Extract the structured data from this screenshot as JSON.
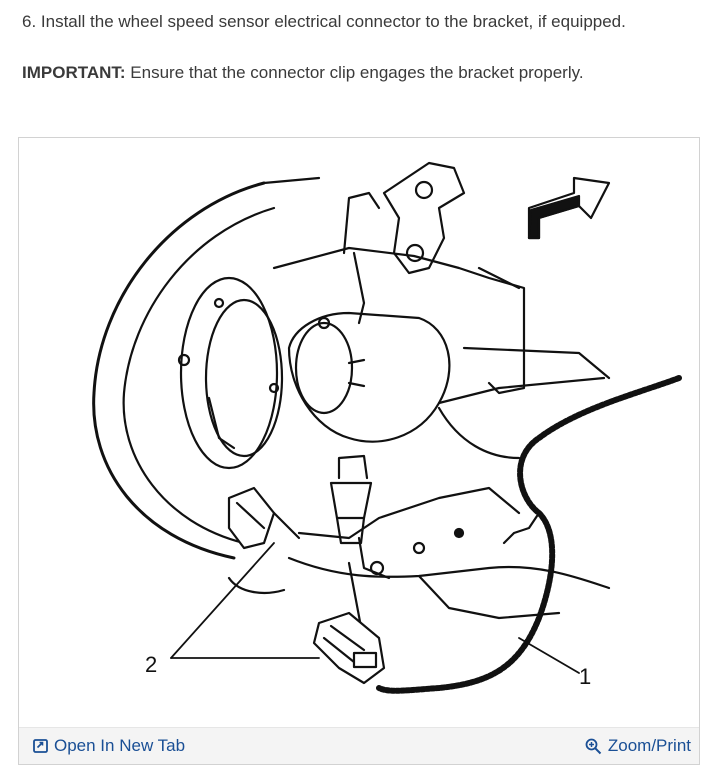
{
  "step": {
    "text": "6. Install the wheel speed sensor electrical connector to the bracket, if equipped."
  },
  "important": {
    "label": "IMPORTANT:",
    "text": " Ensure that the connector clip engages the bracket properly."
  },
  "figure": {
    "callouts": [
      "2",
      "1"
    ],
    "footer": {
      "open_tab_label": "Open In New Tab",
      "zoom_label": "Zoom/Print"
    }
  },
  "colors": {
    "link": "#1a4f95",
    "text": "#3a3a3a",
    "frame_border": "#d2d2d2"
  }
}
